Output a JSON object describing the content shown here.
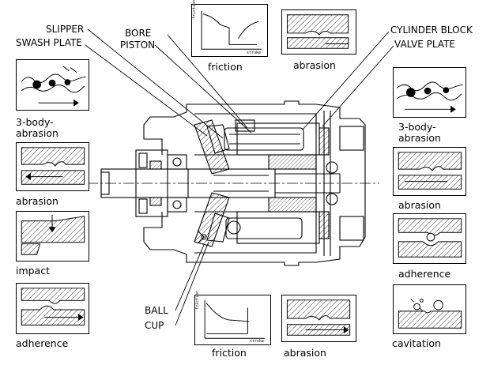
{
  "part_labels": {
    "slipper": "SLIPPER",
    "swash_plate": "SWASH PLATE",
    "bore": "BORE",
    "piston": "PISTON",
    "cylinder_block": "CYLINDER BLOCK",
    "valve_plate": "VALVE PLATE",
    "ball": "BALL",
    "cup": "CUP"
  },
  "panels": {
    "top_friction": {
      "caption": "friction",
      "y_axis": "friction",
      "x_axis": "stroke"
    },
    "top_abrasion": {
      "caption": "abrasion"
    },
    "left_3body": {
      "caption": "3-body-\nabrasion"
    },
    "left_abrasion": {
      "caption": "abrasion"
    },
    "left_impact": {
      "caption": "impact"
    },
    "left_adherence": {
      "caption": "adherence"
    },
    "right_3body": {
      "caption": "3-body-\nabrasion"
    },
    "right_abrasion": {
      "caption": "abrasion"
    },
    "right_adherence": {
      "caption": "adherence"
    },
    "right_cavitation": {
      "caption": "cavitation"
    },
    "bottom_friction": {
      "caption": "friction",
      "y_axis": "friction",
      "x_axis": "stroke"
    },
    "bottom_abrasion": {
      "caption": "abrasion"
    }
  },
  "colors": {
    "line": "#000000",
    "background": "#ffffff"
  }
}
